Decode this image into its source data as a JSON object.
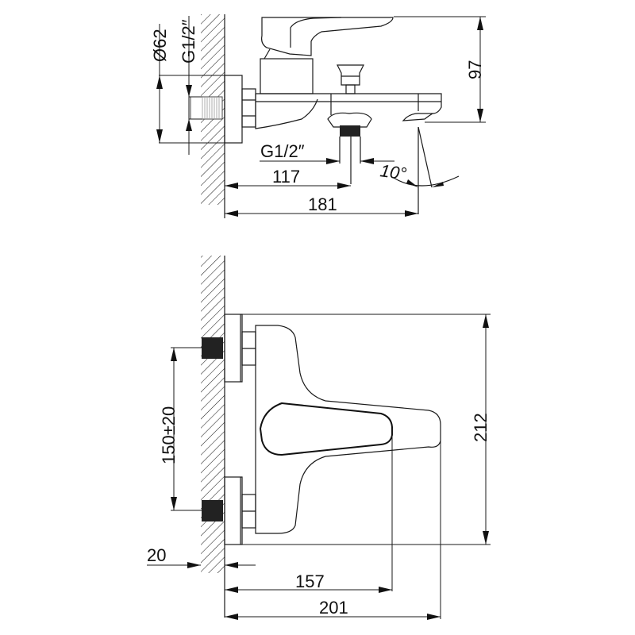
{
  "drawing": {
    "title": "Wall-mounted bath mixer dimensional drawing",
    "views": [
      "side-view",
      "front-view"
    ],
    "side_view": {
      "dimensions": {
        "body_diameter": "Ø62",
        "inlet_thread": "G1/2″",
        "height": "97",
        "outlet_thread": "G1/2″",
        "outlet_distance": "117",
        "total_projection": "181",
        "spout_angle": "10°"
      }
    },
    "front_view": {
      "dimensions": {
        "inlet_centers": "150±20",
        "height": "212",
        "wall_thickness": "20",
        "handle_length": "157",
        "total_length": "201"
      }
    },
    "colors": {
      "line": "#1a1a1a",
      "background": "#ffffff"
    }
  }
}
